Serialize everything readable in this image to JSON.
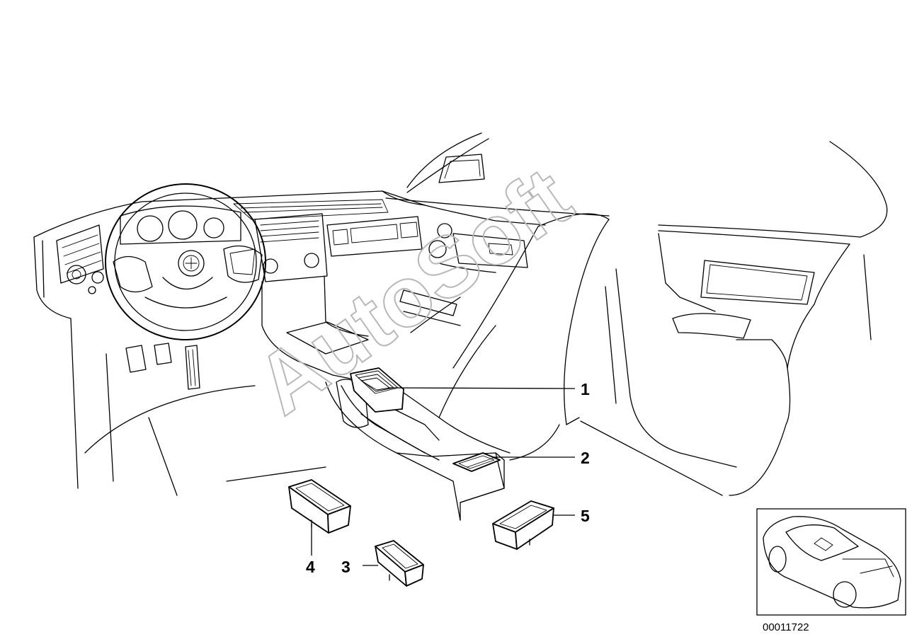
{
  "diagram": {
    "callouts": [
      {
        "id": "1",
        "label": "1"
      },
      {
        "id": "2",
        "label": "2"
      },
      {
        "id": "3",
        "label": "3"
      },
      {
        "id": "4",
        "label": "4"
      },
      {
        "id": "5",
        "label": "5"
      }
    ],
    "watermark": "AutoSoft",
    "document_number": "00011722"
  },
  "colors": {
    "ink": "#000000",
    "paper": "#ffffff",
    "watermark": "#b8b8b8"
  }
}
